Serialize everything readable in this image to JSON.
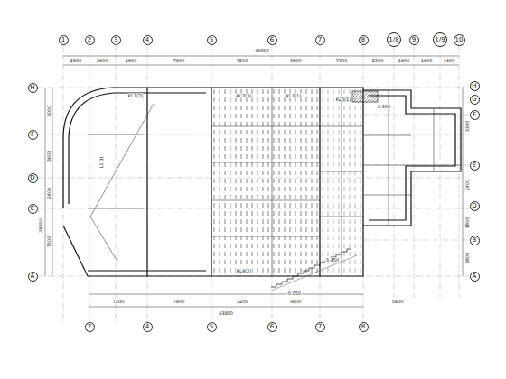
{
  "diagram": {
    "nodes": [
      {
        "text": [
          "1"
        ]
      },
      {
        "text": [
          "2"
        ]
      },
      {
        "text": [
          "3"
        ]
      },
      {
        "text": [
          "4"
        ]
      },
      {
        "text": [
          "5"
        ]
      },
      {
        "text": [
          "6"
        ]
      },
      {
        "text": [
          "7"
        ]
      },
      {
        "text": [
          "8"
        ]
      },
      {
        "text": [
          "1/8"
        ]
      },
      {
        "text": [
          "9"
        ]
      },
      {
        "text": [
          "1/9"
        ]
      },
      {
        "text": [
          "10"
        ]
      },
      {
        "text": [
          "2"
        ]
      },
      {
        "text": [
          "4"
        ]
      },
      {
        "text": [
          "5"
        ]
      },
      {
        "text": [
          "6"
        ]
      },
      {
        "text": [
          "7"
        ]
      },
      {
        "text": [
          "8"
        ]
      },
      {
        "text": [
          "H"
        ]
      },
      {
        "text": [
          "F"
        ]
      },
      {
        "text": [
          "D"
        ]
      },
      {
        "text": [
          "C"
        ]
      },
      {
        "text": [
          "A"
        ]
      },
      {
        "text": [
          "H"
        ]
      },
      {
        "text": [
          "G"
        ]
      },
      {
        "text": [
          "F"
        ]
      },
      {
        "text": [
          "E"
        ]
      },
      {
        "text": [
          "D"
        ]
      },
      {
        "text": [
          "B"
        ]
      },
      {
        "text": [
          "A"
        ]
      }
    ],
    "labels": [
      "43800",
      "2900",
      "3400",
      "1600",
      "7400",
      "7200",
      "3900",
      "7300",
      "2500",
      "1400",
      "1400",
      "1400",
      "7200",
      "7400",
      "7200",
      "3900",
      "5400",
      "43800",
      "3000",
      "3600",
      "2400",
      "7500",
      "28800",
      "3300",
      "2400",
      "1800",
      "3800",
      "KL1(2)",
      "KL2(3)",
      "KL3(1)",
      "L1(1)",
      "KL4(2)",
      "KL5(1)",
      "3.450",
      "-0.050",
      "3.300"
    ]
  }
}
